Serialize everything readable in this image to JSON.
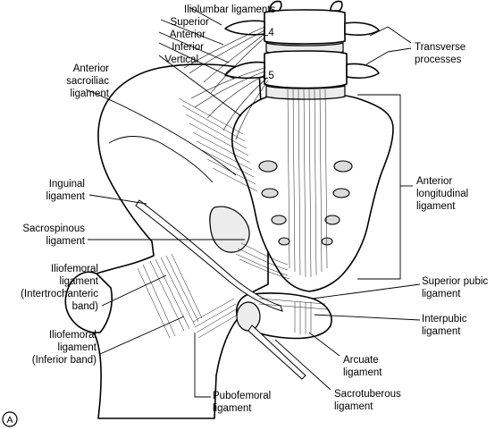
{
  "figure_letter": "A",
  "vertebra_labels": {
    "l4": "L4",
    "l5": "L5"
  },
  "labels_left": {
    "iliolumbar_title": "Iliolumbar ligaments",
    "superior": "Superior",
    "anterior": "Anterior",
    "inferior": "Inferior",
    "vertical": "Vertical",
    "anterior_sacroiliac_1": "Anterior",
    "anterior_sacroiliac_2": "sacroiliac",
    "anterior_sacroiliac_3": "ligament",
    "inguinal_1": "Inguinal",
    "inguinal_2": "ligament",
    "sacrospinous_1": "Sacrospinous",
    "sacrospinous_2": "ligament",
    "iliofemoral_it_1": "Iliofemoral",
    "iliofemoral_it_2": "ligament",
    "iliofemoral_it_3": "(Intertrochanteric",
    "iliofemoral_it_4": "band)",
    "iliofemoral_inf_1": "Iliofemoral",
    "iliofemoral_inf_2": "ligament",
    "iliofemoral_inf_3": "(Inferior band)"
  },
  "labels_right": {
    "transverse_1": "Transverse",
    "transverse_2": "processes",
    "anterior_long_1": "Anterior",
    "anterior_long_2": "longitudinal",
    "anterior_long_3": "ligament",
    "superior_pubic_1": "Superior pubic",
    "superior_pubic_2": "ligament",
    "interpubic_1": "Interpubic",
    "interpubic_2": "ligament"
  },
  "labels_bottom": {
    "arcuate_1": "Arcuate",
    "arcuate_2": "ligament",
    "pubofemoral_1": "Pubofemoral",
    "pubofemoral_2": "ligament",
    "sacrotuberous_1": "Sacrotuberous",
    "sacrotuberous_2": "ligament"
  }
}
